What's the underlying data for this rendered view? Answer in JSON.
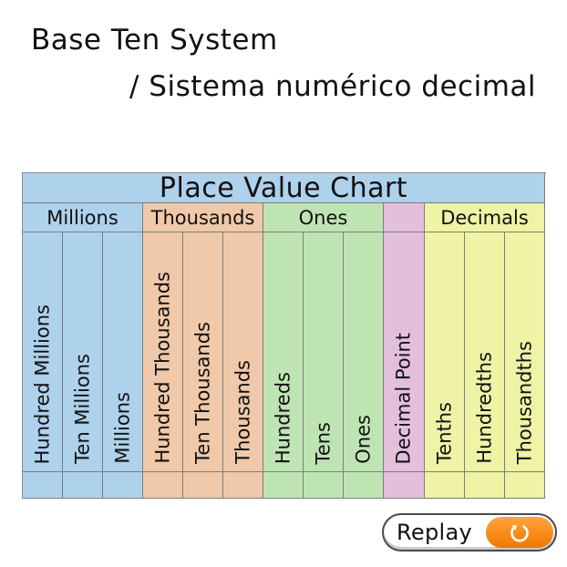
{
  "title": {
    "line1": "Base Ten System",
    "line2": "/ Sistema numérico decimal"
  },
  "chart": {
    "title": "Place Value Chart",
    "groups": [
      "Millions",
      "Thousands",
      "Ones",
      "",
      "Decimals"
    ],
    "columns": [
      "Hundred Millions",
      "Ten Millions",
      "Millions",
      "Hundred Thousands",
      "Ten Thousands",
      "Thousands",
      "Hundreds",
      "Tens",
      "Ones",
      "Decimal Point",
      "Tenths",
      "Hundredths",
      "Thousandths"
    ],
    "colors": {
      "millions": "#aed1ec",
      "thousands": "#efc9a9",
      "ones": "#bfe4b4",
      "decimal_point": "#e3bfdc",
      "decimals": "#eef3a6"
    }
  },
  "replay": {
    "label": "Replay",
    "icon": "replay-icon",
    "color": "#f07800"
  }
}
